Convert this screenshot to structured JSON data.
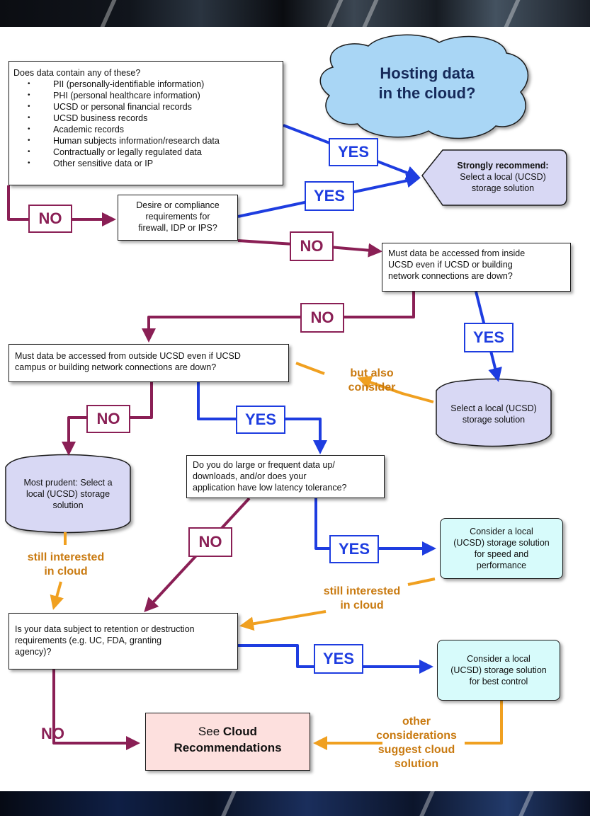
{
  "title": {
    "line1": "Hosting data",
    "line2": "in the cloud?"
  },
  "q1": {
    "question": "Does data contain any of these?",
    "items": [
      "PII (personally-identifiable information)",
      "PHI (personal healthcare information)",
      "UCSD or personal financial records",
      "UCSD business records",
      "Academic records",
      "Human subjects information/research data",
      "Contractually or legally regulated data",
      "Other sensitive data or IP"
    ]
  },
  "q2": {
    "line1": "Desire or compliance",
    "line2": "requirements for",
    "line3": "firewall, IDP or IPS?"
  },
  "q3": {
    "line1": "Must data be accessed from inside",
    "line2": "UCSD even if UCSD or building",
    "line3": "network connections are down?"
  },
  "q4": {
    "line1": "Must data be accessed from outside UCSD even if UCSD",
    "line2": "campus or building network connections are down?"
  },
  "q5": {
    "line1": "Do you do large or frequent data up/",
    "line2": "downloads, and/or does your",
    "line3": "application have low latency tolerance?"
  },
  "q6": {
    "line1": "Is your data subject to retention or destruction",
    "line2": "requirements (e.g. UC, FDA, granting",
    "line3": "agency)?"
  },
  "strong": {
    "bold": "Strongly recommend:",
    "line2": "Select a local (UCSD)",
    "line3": "storage solution"
  },
  "local_right": {
    "line1": "Select a local (UCSD)",
    "line2": "storage solution"
  },
  "prudent": {
    "line1": "Most prudent: Select a",
    "line2": "local (UCSD) storage",
    "line3": "solution"
  },
  "speed": {
    "line1": "Consider a local",
    "line2": "(UCSD) storage solution",
    "line3": "for speed and",
    "line4": "performance"
  },
  "control": {
    "line1": "Consider a local",
    "line2": "(UCSD) storage solution",
    "line3": "for best control"
  },
  "final": {
    "line1": "See",
    "bold1": "Cloud",
    "bold2": "Recommendations"
  },
  "labels": {
    "yes": "YES",
    "no": "NO"
  },
  "notes": {
    "but_also": {
      "line1": "but also",
      "line2": "consider"
    },
    "still1": {
      "line1": "still interested",
      "line2": "in cloud"
    },
    "still2": {
      "line1": "still interested",
      "line2": "in cloud"
    },
    "other": {
      "line1": "other",
      "line2": "considerations",
      "line3": "suggest cloud",
      "line4": "solution"
    }
  },
  "colors": {
    "yes": "#1e3de0",
    "no": "#8a1f55",
    "orange": "#f0a020",
    "cloud": "#a9d6f5",
    "lavender": "#d8d8f4",
    "cyan": "#d7fbfb",
    "pink": "#fde0de"
  }
}
